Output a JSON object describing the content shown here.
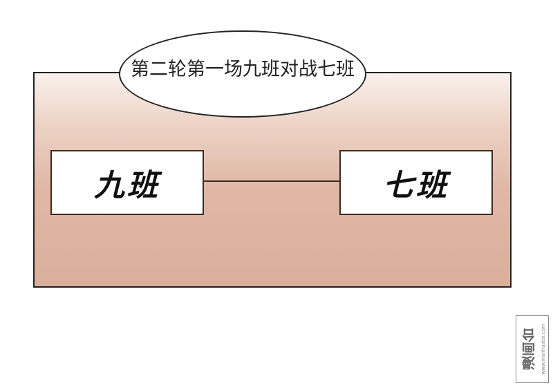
{
  "panel": {
    "caption": "第二轮第一场九班对战七班",
    "left_team": "九班",
    "right_team": "七班"
  },
  "watermark": {
    "logo": "漫画台",
    "url": "www.manhuatai.com"
  },
  "colors": {
    "panel_top": "#faf1ec",
    "panel_bottom": "#d9b09c",
    "border": "#222222"
  }
}
